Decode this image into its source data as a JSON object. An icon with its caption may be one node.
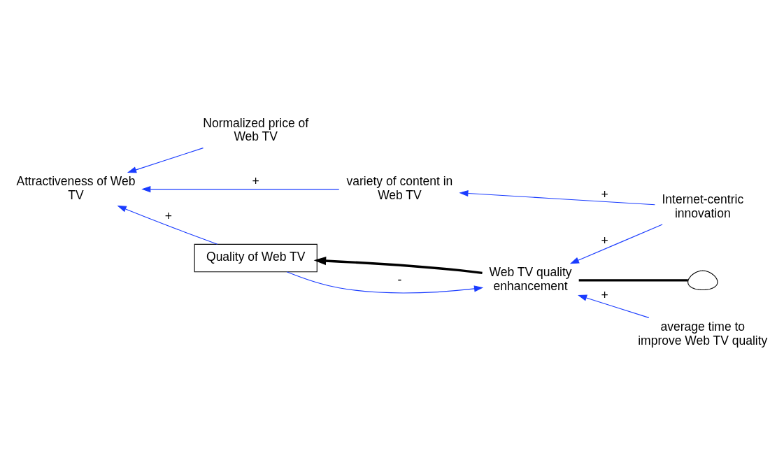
{
  "diagram": {
    "nodes": [
      {
        "text": [
          "Attractiveness of Web TV"
        ]
      },
      {
        "text": [
          "Normalized price of Web TV"
        ]
      },
      {
        "text": [
          "variety of content in Web TV"
        ]
      },
      {
        "text": [
          "Quality of Web TV"
        ]
      },
      {
        "text": [
          "Web TV quality enhancement"
        ]
      },
      {
        "text": [],
        "shape": "cloud"
      },
      {
        "text": [
          "average time to improve Web TV quality"
        ]
      },
      {
        "text": [
          "Internet-centric innovation"
        ]
      }
    ],
    "edges": [
      {
        "from": 1,
        "to": 0,
        "arrow": "to"
      },
      {
        "from": 2,
        "to": 0,
        "arrow": "to",
        "label": "+"
      },
      {
        "from": 3,
        "to": 0,
        "arrow": "to",
        "label": "+"
      },
      {
        "from": 3,
        "to": 4,
        "arrow": "to",
        "label": "-"
      },
      {
        "from": 5,
        "to": 4,
        "arrow": "none",
        "style": "thick",
        "color": "#000000"
      },
      {
        "from": 4,
        "to": 3,
        "arrow": "to",
        "style": "thick",
        "color": "#000000"
      },
      {
        "from": 6,
        "to": 4,
        "arrow": "to",
        "label": "+"
      },
      {
        "from": 7,
        "to": 4,
        "arrow": "to",
        "label": "+"
      },
      {
        "from": 7,
        "to": 2,
        "arrow": "to",
        "label": "+"
      }
    ]
  }
}
